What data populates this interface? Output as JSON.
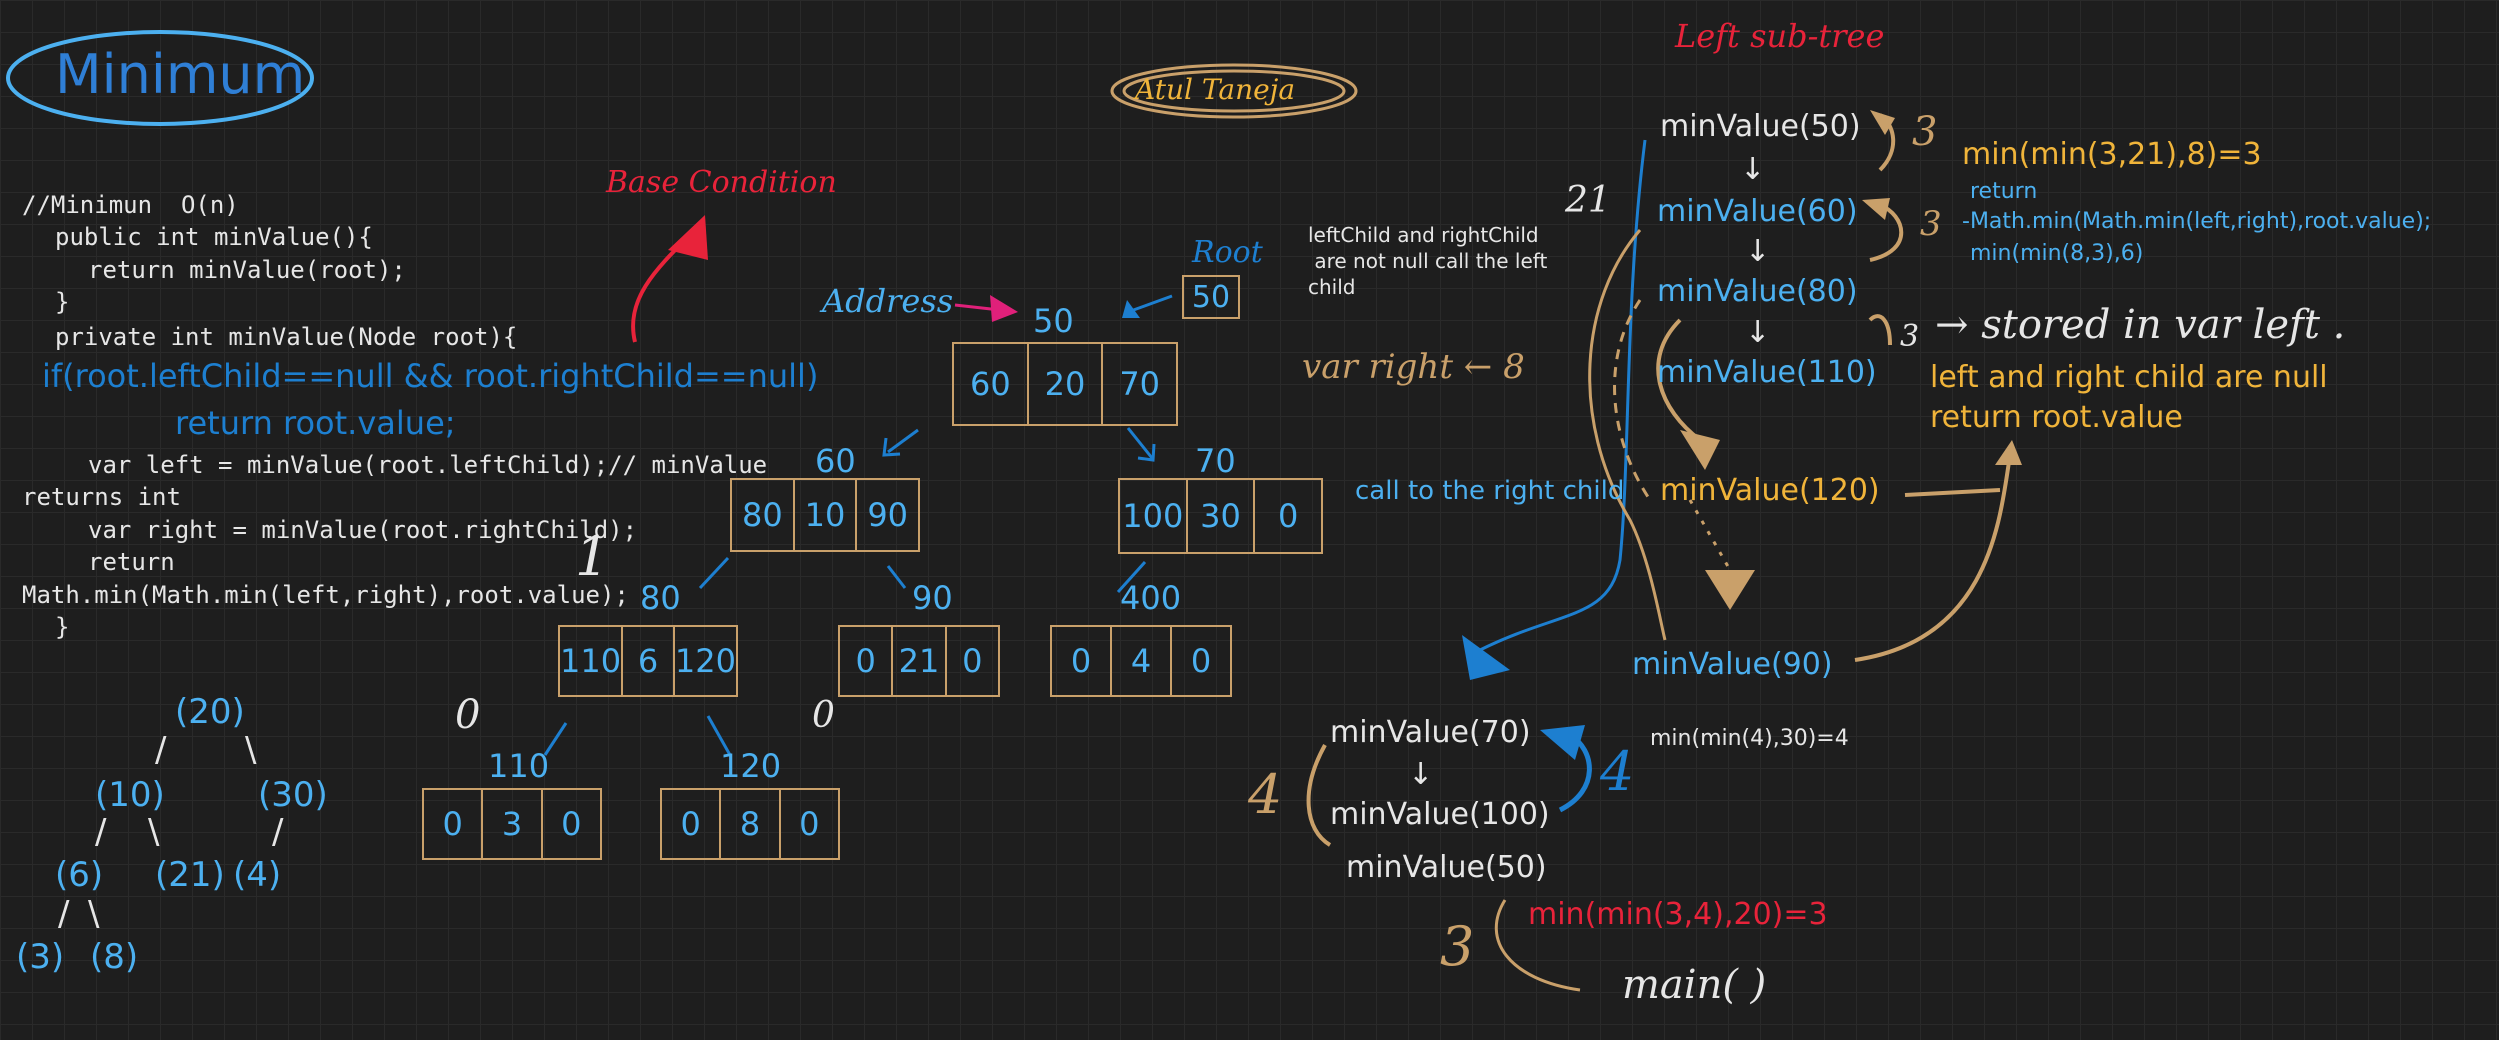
{
  "title": "Minimum",
  "author": "Atul Taneja",
  "base_condition": "Base Condition",
  "left_subtree": "Left sub-tree",
  "code": {
    "l1": "//Minimun  O(n)",
    "l2": "public int minValue(){",
    "l3": "return minValue(root);",
    "l4": "}",
    "l5": "private int minValue(Node root){",
    "l6": "if(root.leftChild==null && root.rightChild==null)",
    "l7": "return root.value;",
    "l8": "var left = minValue(root.leftChild);// minValue",
    "l9": "returns int",
    "l10": "var right = minValue(root.rightChild);",
    "l11": "return",
    "l12": "Math.min(Math.min(left,right),root.value);",
    "l13": "}"
  },
  "small_tree": {
    "n20": "(20)",
    "n10": "(10)",
    "n30": "(30)",
    "n6": "(6)",
    "n21": "(21)",
    "n4": "(4)",
    "n3": "(3)",
    "n8": "(8)",
    "e1": "/",
    "e2": "\\",
    "e3": "/",
    "e4": "\\",
    "e5": "/",
    "e6": "/",
    "e7": "\\"
  },
  "memory": {
    "address": "Address",
    "root_label": "Root",
    "root_value": "50",
    "nodes": [
      {
        "label": "50",
        "cells": [
          "60",
          "20",
          "70"
        ]
      },
      {
        "label": "60",
        "cells": [
          "80",
          "10",
          "90"
        ]
      },
      {
        "label": "70",
        "cells": [
          "100",
          "30",
          "0"
        ]
      },
      {
        "label": "80",
        "cells": [
          "110",
          "6",
          "120"
        ]
      },
      {
        "label": "90",
        "cells": [
          "0",
          "21",
          "0"
        ]
      },
      {
        "label": "400",
        "cells": [
          "0",
          "4",
          "0"
        ]
      },
      {
        "label": "110",
        "cells": [
          "0",
          "3",
          "0"
        ]
      },
      {
        "label": "120",
        "cells": [
          "0",
          "8",
          "0"
        ]
      }
    ],
    "mark_1": "1",
    "mark_0a": "0",
    "mark_0b": "0"
  },
  "notes": {
    "children_note": "leftChild and rightChild\n are not null call the left\nchild",
    "var_right": "var right ← 8",
    "call_right": "call to the right child"
  },
  "stack": {
    "m50": "minValue(50)",
    "m60": "minValue(60)",
    "m80": "minValue(80)",
    "m110": "minValue(110)",
    "m120": "minValue(120)",
    "m90": "minValue(90)",
    "m70": "minValue(70)",
    "m100": "minValue(100)",
    "m50b": "minValue(50)",
    "down1": "↓",
    "down2": "↓",
    "down3": "↓",
    "down4": "↓",
    "num21": "21",
    "num3a": "3",
    "num3b": "3",
    "num3c": "3",
    "num4a": "4",
    "num4b": "4",
    "num3d": "3"
  },
  "results": {
    "r1": "min(min(3,21),8)=3",
    "r_return": "return",
    "r_math": "-Math.min(Math.min(left,right),root.value);",
    "r2": "min(min(8,3),6)",
    "stored": "→ stored in var left .",
    "null1": "left and right child are null",
    "null2": "return root.value",
    "r3": "min(min(4),30)=4",
    "r4": "min(min(3,4),20)=3",
    "main": "main( )"
  }
}
